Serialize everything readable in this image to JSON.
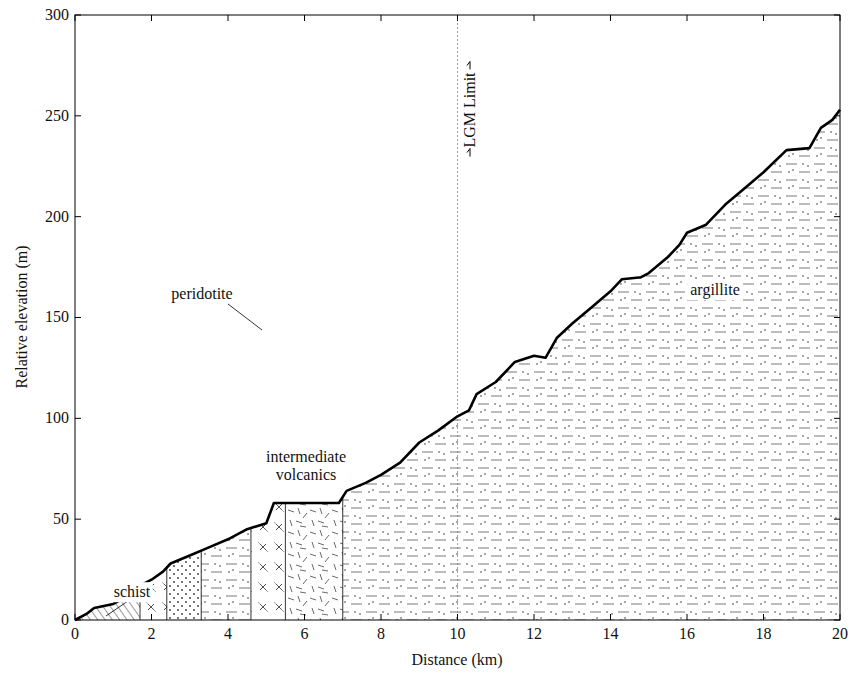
{
  "diagram": {
    "labels": [
      "0",
      "50",
      "100",
      "150",
      "200",
      "250",
      "300",
      "0",
      "2",
      "4",
      "6",
      "8",
      "10",
      "12",
      "14",
      "16",
      "18",
      "20",
      "Relative elevation (m)",
      "Distance (km)",
      "schist",
      "peridotite",
      "intermediate volcanics",
      "argillite",
      "LGM Limit"
    ]
  }
}
